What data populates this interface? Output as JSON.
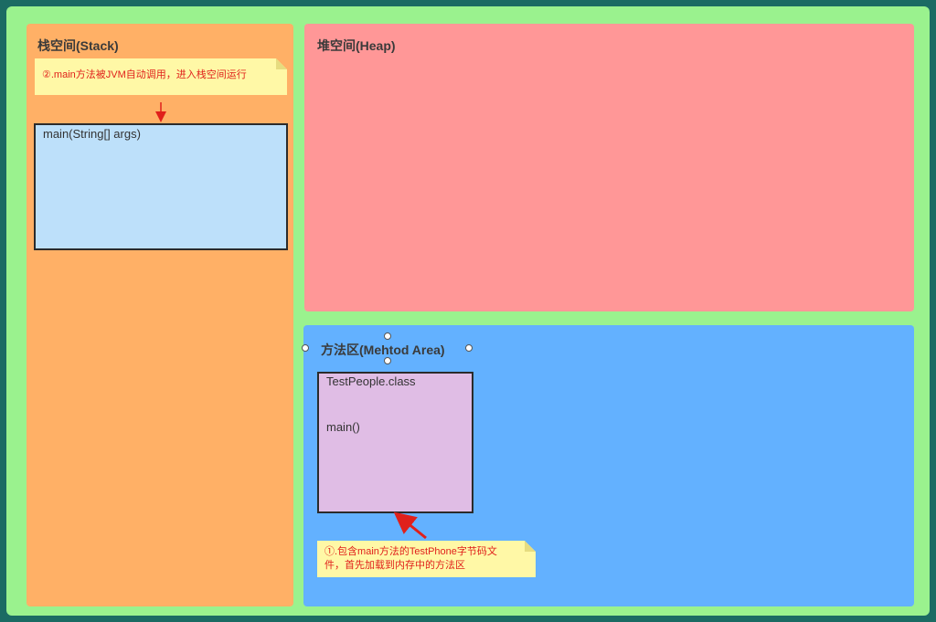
{
  "regions": {
    "stack": {
      "title": "栈空间(Stack)",
      "color": "#ffb066"
    },
    "heap": {
      "title": "堆空间(Heap)",
      "color": "#ff9797"
    },
    "method_area": {
      "title": "方法区(Mehtod Area)",
      "color": "#63b1ff"
    }
  },
  "stack_frame": {
    "label": "main(String[] args)",
    "color": "#bde0fa"
  },
  "class_box": {
    "name": "TestPeople.class",
    "method": "main()",
    "color": "#e0bde5"
  },
  "notes": {
    "step2": "②.main方法被JVM自动调用，进入栈空间运行",
    "step1_line1": "①.包含main方法的TestPhone字节码文",
    "step1_line2": "件，首先加载到内存中的方法区"
  },
  "colors": {
    "background": "#9af28e",
    "note_text": "#e0201b",
    "note_bg": "#fff8a6",
    "arrow": "#e0201b"
  }
}
